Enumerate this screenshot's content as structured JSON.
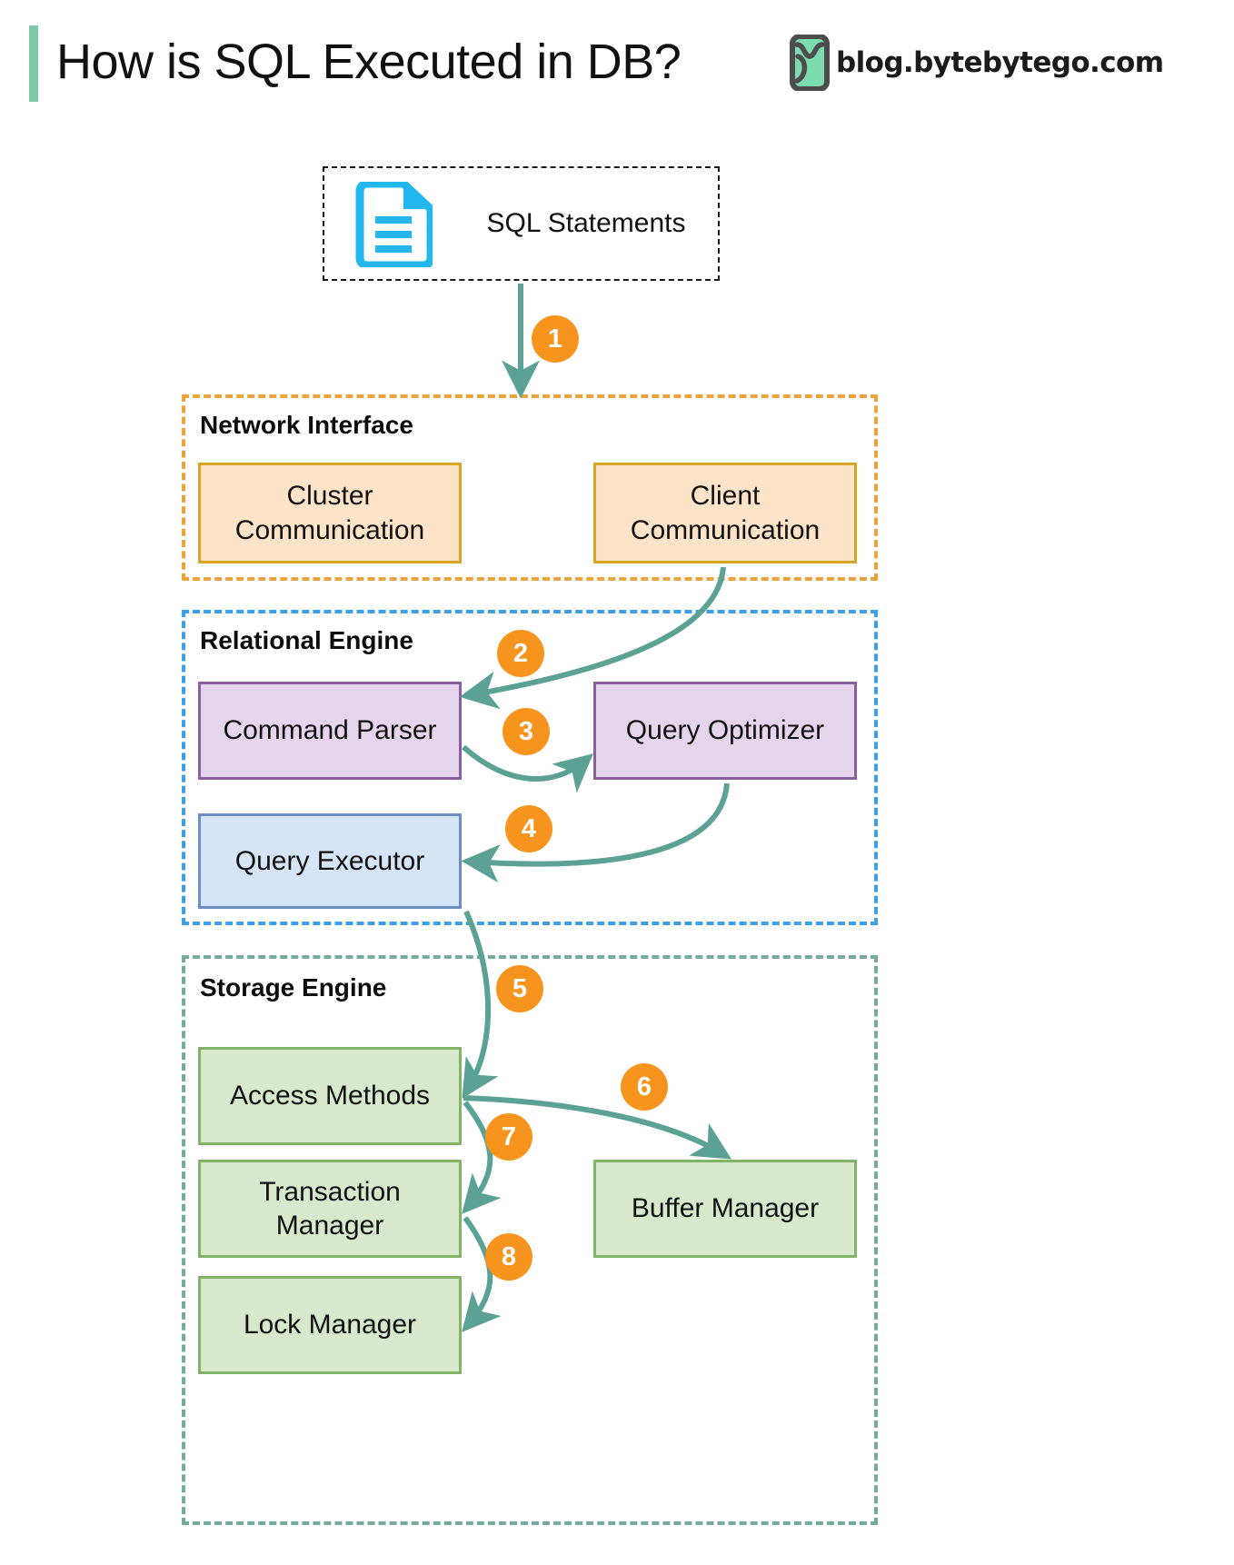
{
  "header": {
    "title": "How is SQL Executed in DB?",
    "brand_text": "blog.bytebytego.com",
    "brand_logo_name": "bytebytego-logo",
    "accent_color": "#7ecaa8"
  },
  "diagram": {
    "type": "flowchart",
    "source_node": {
      "label": "SQL Statements",
      "icon": "document-icon",
      "icon_color": "#22b8ed",
      "border_style": "dashed",
      "border_color": "#1a1a1a"
    },
    "groups": [
      {
        "id": "network-interface",
        "label": "Network Interface",
        "border_color": "#eda33c",
        "nodes": [
          {
            "id": "cluster-communication",
            "label": "Cluster\nCommunication",
            "line1": "Cluster",
            "line2": "Communication",
            "fill": "#fde3c8",
            "stroke": "#d9a326"
          },
          {
            "id": "client-communication",
            "label": "Client\nCommunication",
            "line1": "Client",
            "line2": "Communication",
            "fill": "#fde3c8",
            "stroke": "#d9a326"
          }
        ]
      },
      {
        "id": "relational-engine",
        "label": "Relational Engine",
        "border_color": "#3d9fe8",
        "nodes": [
          {
            "id": "command-parser",
            "label": "Command Parser",
            "fill": "#e4d5ed",
            "stroke": "#8a5fa0"
          },
          {
            "id": "query-optimizer",
            "label": "Query Optimizer",
            "fill": "#e4d5ed",
            "stroke": "#8a5fa0"
          },
          {
            "id": "query-executor",
            "label": "Query Executor",
            "fill": "#d6e4f7",
            "stroke": "#6b8fc4"
          }
        ]
      },
      {
        "id": "storage-engine",
        "label": "Storage Engine",
        "border_color": "#74ab9c",
        "nodes": [
          {
            "id": "access-methods",
            "label": "Access Methods",
            "fill": "#d7e8cd",
            "stroke": "#7fb469"
          },
          {
            "id": "transaction-manager",
            "label": "Transaction\nManager",
            "line1": "Transaction",
            "line2": "Manager",
            "fill": "#d7e8cd",
            "stroke": "#7fb469"
          },
          {
            "id": "buffer-manager",
            "label": "Buffer Manager",
            "fill": "#d7e8cd",
            "stroke": "#7fb469"
          },
          {
            "id": "lock-manager",
            "label": "Lock Manager",
            "fill": "#d7e8cd",
            "stroke": "#7fb469"
          }
        ]
      }
    ],
    "arrow_color": "#5ba294",
    "badge_color": "#f6941e",
    "steps": [
      {
        "number": "1",
        "from": "sql-statements",
        "to": "network-interface"
      },
      {
        "number": "2",
        "from": "client-communication",
        "to": "command-parser"
      },
      {
        "number": "3",
        "from": "command-parser",
        "to": "query-optimizer"
      },
      {
        "number": "4",
        "from": "query-optimizer",
        "to": "query-executor"
      },
      {
        "number": "5",
        "from": "query-executor",
        "to": "access-methods"
      },
      {
        "number": "6",
        "from": "access-methods",
        "to": "buffer-manager"
      },
      {
        "number": "7",
        "from": "access-methods",
        "to": "transaction-manager"
      },
      {
        "number": "8",
        "from": "transaction-manager",
        "to": "lock-manager"
      }
    ]
  }
}
